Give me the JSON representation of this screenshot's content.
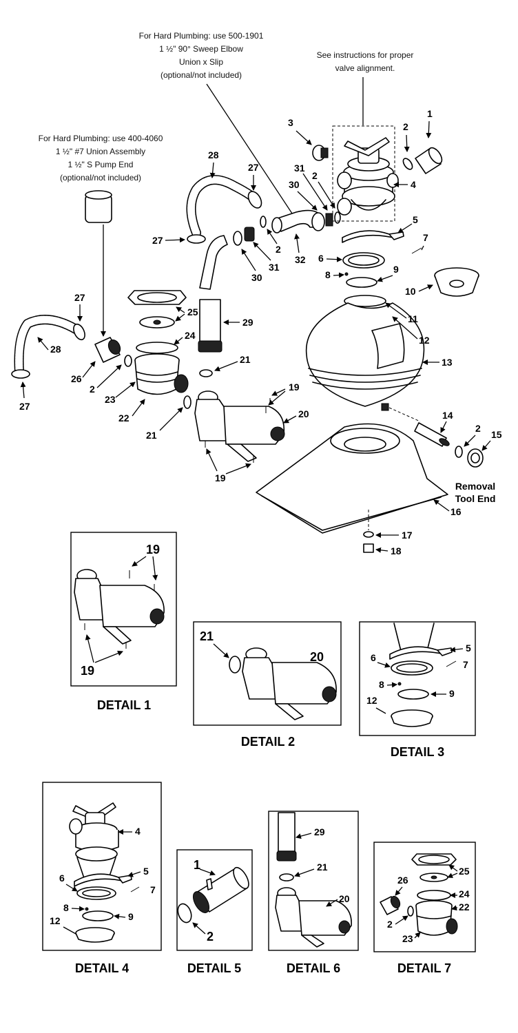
{
  "notes": {
    "elbow": [
      "For Hard Plumbing: use 500-1901",
      "1 ½\" 90° Sweep Elbow",
      "Union x Slip",
      "(optional/not included)"
    ],
    "valve": [
      "See instructions for proper",
      "valve alignment."
    ],
    "union": [
      "For Hard Plumbing: use 400-4060",
      "1 ½\" #7 Union Assembly",
      "1 ½\" S Pump End",
      "(optional/not included)"
    ],
    "removal_tool": [
      "Removal",
      "Tool End"
    ]
  },
  "callouts": {
    "n1": "1",
    "n2a": "2",
    "n3": "3",
    "n4": "4",
    "n2b": "2",
    "n31a": "31",
    "n30a": "30",
    "n28a": "28",
    "n27a": "27",
    "n5": "5",
    "n7": "7",
    "n27b": "27",
    "n2c": "2",
    "n32": "32",
    "n6": "6",
    "n30b": "30",
    "n31b": "31",
    "n8": "8",
    "n9": "9",
    "n10": "10",
    "n25": "25",
    "n24": "24",
    "n11": "11",
    "n12": "12",
    "n29": "29",
    "n27c": "27",
    "n28b": "28",
    "n26": "26",
    "n2d": "2",
    "n23": "23",
    "n22": "22",
    "n21a": "21",
    "n13": "13",
    "n19a": "19",
    "n20": "20",
    "n21b": "21",
    "n14": "14",
    "n2e": "2",
    "n15": "15",
    "n19b": "19",
    "n16": "16",
    "n27d": "27",
    "n17": "17",
    "n18": "18"
  },
  "details": [
    {
      "title": "DETAIL 1",
      "labels": [
        "19",
        "19"
      ]
    },
    {
      "title": "DETAIL 2",
      "labels": [
        "21",
        "20"
      ]
    },
    {
      "title": "DETAIL 3",
      "labels": [
        "5",
        "6",
        "7",
        "8",
        "9",
        "12"
      ]
    },
    {
      "title": "DETAIL 4",
      "labels": [
        "4",
        "5",
        "6",
        "7",
        "8",
        "9",
        "12"
      ]
    },
    {
      "title": "DETAIL 5",
      "labels": [
        "1",
        "2"
      ]
    },
    {
      "title": "DETAIL 6",
      "labels": [
        "29",
        "21",
        "20"
      ]
    },
    {
      "title": "DETAIL 7",
      "labels": [
        "25",
        "26",
        "24",
        "22",
        "2",
        "23"
      ]
    }
  ],
  "colors": {
    "ink": "#000000",
    "background": "#ffffff"
  }
}
